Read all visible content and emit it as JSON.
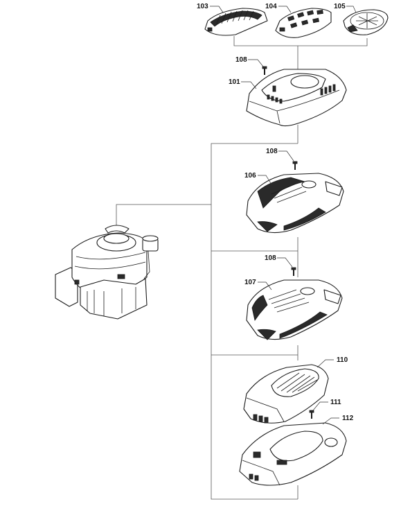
{
  "parts": {
    "p101": "101",
    "p103": "103",
    "p104": "104",
    "p105": "105",
    "p106": "106",
    "p107": "107",
    "p108a": "108",
    "p108b": "108",
    "p108c": "108",
    "p110": "110",
    "p111": "111",
    "p112": "112"
  }
}
